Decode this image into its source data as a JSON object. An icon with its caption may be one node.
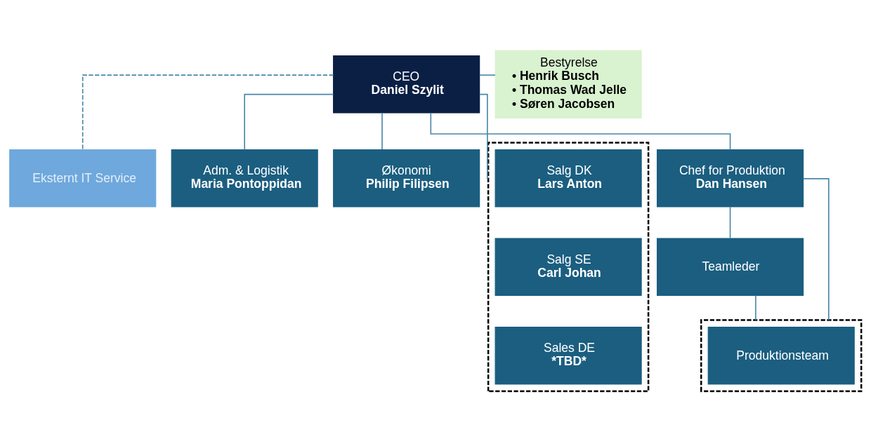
{
  "diagram": {
    "nodes": [
      {
        "text": [
          "Bestyrelse",
          "• Henrik Busch",
          "• Thomas Wad Jelle",
          "• Søren Jacobsen"
        ]
      },
      {
        "text": [
          "CEO",
          "Daniel Szylit"
        ]
      },
      {
        "text": [
          "Eksternt IT Service"
        ]
      },
      {
        "text": [
          "Adm. & Logistik",
          "Maria Pontoppidan"
        ]
      },
      {
        "text": [
          "Økonomi",
          "Philip Filipsen"
        ]
      },
      {
        "text": [],
        "shape": "box"
      },
      {
        "text": [
          "Salg DK",
          "Lars Anton"
        ],
        "in": 5
      },
      {
        "text": [
          "Salg SE",
          "Carl Johan"
        ],
        "in": 5
      },
      {
        "text": [
          "Sales DE",
          "*TBD*"
        ],
        "in": 5
      },
      {
        "text": [
          "Chef for Produktion",
          "Dan Hansen"
        ]
      },
      {
        "text": [
          "Teamleder"
        ]
      },
      {
        "text": [],
        "shape": "box"
      },
      {
        "text": [
          "Produktionsteam"
        ],
        "in": 11
      }
    ],
    "edges": [
      {
        "from": 1,
        "to": 0,
        "arrow": "none"
      },
      {
        "from": 1,
        "to": 2,
        "arrow": "none",
        "style": "dashed"
      },
      {
        "from": 1,
        "to": 3,
        "arrow": "none"
      },
      {
        "from": 1,
        "to": 4,
        "arrow": "none"
      },
      {
        "from": 1,
        "to": 5,
        "arrow": "none"
      },
      {
        "from": 1,
        "to": 9,
        "arrow": "none"
      },
      {
        "from": 9,
        "to": 10,
        "arrow": "none"
      },
      {
        "from": 10,
        "to": 11,
        "arrow": "none"
      },
      {
        "from": 9,
        "to": 11,
        "arrow": "none"
      }
    ]
  }
}
